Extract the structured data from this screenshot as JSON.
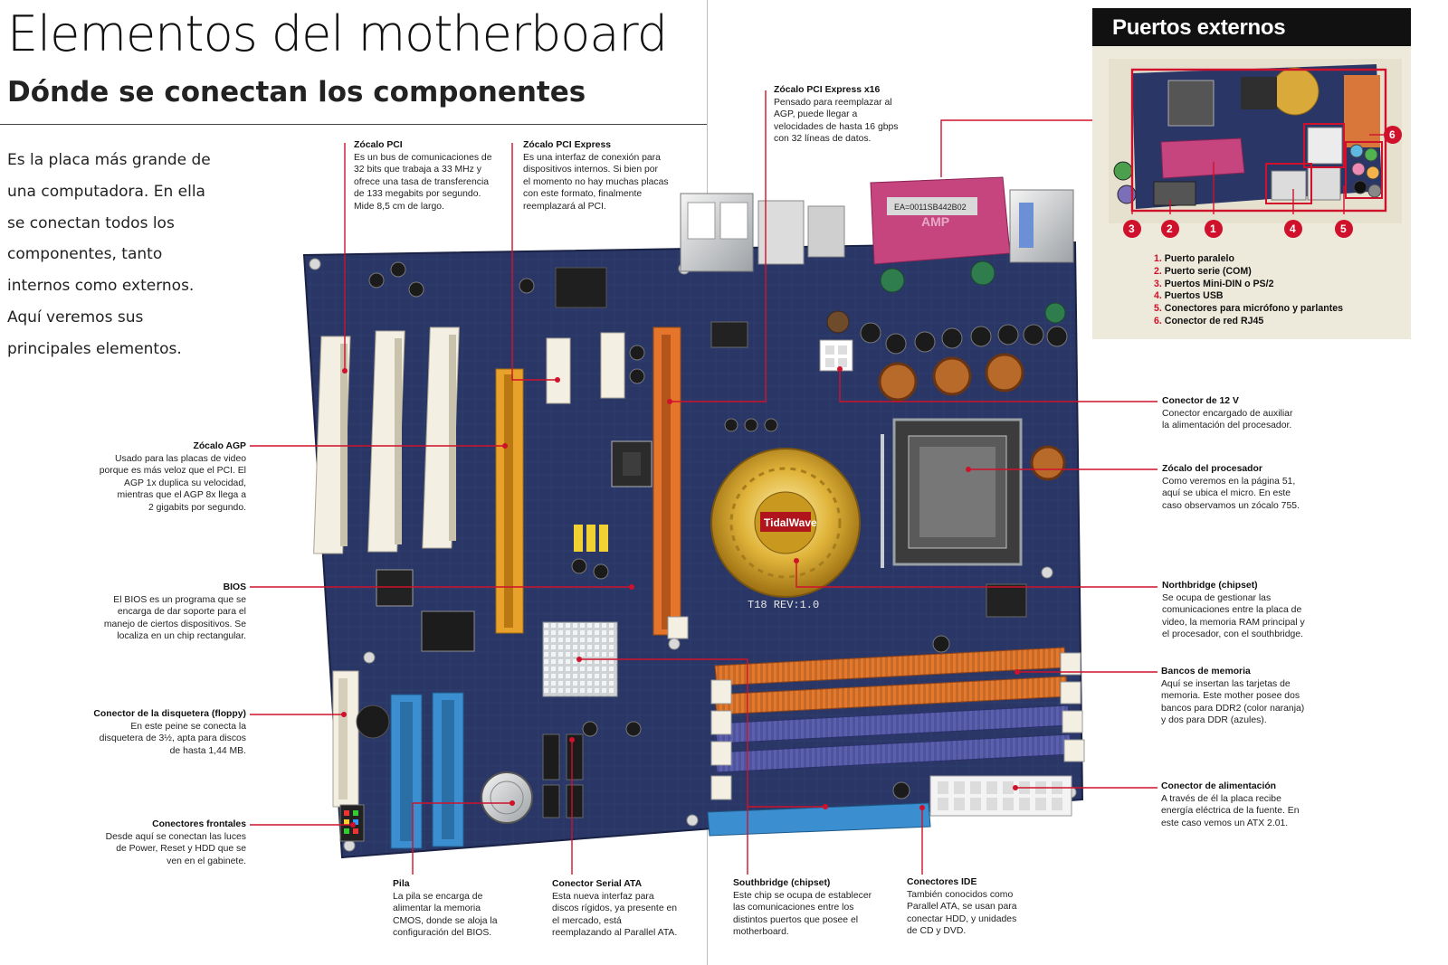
{
  "header": {
    "title": "Elementos del motherboard",
    "subtitle": "Dónde se conectan los componentes"
  },
  "intro": {
    "lines": [
      "Es la placa más grande de",
      "una computadora. En ella",
      "se conectan todos los",
      "componentes, tanto",
      "internos como externos.",
      "Aquí veremos sus",
      "principales elementos."
    ]
  },
  "board": {
    "socket_brand": "TidalWave",
    "revision": "T18 REV:1.0",
    "parallel_label": "EA=0011SB442B02",
    "parallel_brand": "AMP"
  },
  "annotations": {
    "pci": {
      "title": "Zócalo PCI",
      "lines": [
        "Es un bus de comunicaciones de",
        "32 bits que trabaja a 33 MHz y",
        "ofrece una tasa de transferencia",
        "de 133 megabits por segundo.",
        "Mide 8,5 cm de largo."
      ]
    },
    "pci_express": {
      "title": "Zócalo PCI Express",
      "lines": [
        "Es una interfaz de conexión para",
        "dispositivos internos. Si bien por",
        "el momento no hay muchas placas",
        "con este formato, finalmente",
        "reemplazará al PCI."
      ]
    },
    "pci_express_x16": {
      "title": "Zócalo PCI Express x16",
      "lines": [
        "Pensado para reemplazar al",
        "AGP, puede llegar a",
        "velocidades de hasta 16 gbps",
        "con 32 líneas de datos."
      ]
    },
    "agp": {
      "title": "Zócalo AGP",
      "lines": [
        "Usado para las placas de video",
        "porque es más veloz que el PCI. El",
        "AGP 1x duplica su velocidad,",
        "mientras que el AGP 8x llega a",
        "2 gigabits por segundo."
      ]
    },
    "bios": {
      "title": "BIOS",
      "lines": [
        "El BIOS es un programa que se",
        "encarga de dar soporte para el",
        "manejo de ciertos dispositivos. Se",
        "localiza en un chip rectangular."
      ]
    },
    "floppy": {
      "title": "Conector de la disquetera (floppy)",
      "lines": [
        "En este peine se conecta la",
        "disquetera de 3½, apta para discos",
        "de hasta 1,44 MB."
      ]
    },
    "front": {
      "title": "Conectores frontales",
      "lines": [
        "Desde aquí se conectan las luces",
        "de Power, Reset y HDD que se",
        "ven en el gabinete."
      ]
    },
    "battery": {
      "title": "Pila",
      "lines": [
        "La pila se encarga de",
        "alimentar la memoria",
        "CMOS, donde se aloja la",
        "configuración del BIOS."
      ]
    },
    "sata": {
      "title": "Conector Serial ATA",
      "lines": [
        "Esta nueva interfaz para",
        "discos rígidos, ya presente en",
        "el mercado, está",
        "reemplazando al Parallel ATA."
      ]
    },
    "southbridge": {
      "title": "Southbridge (chipset)",
      "lines": [
        "Este chip se ocupa de establecer",
        "las comunicaciones entre los",
        "distintos puertos que posee el",
        "motherboard."
      ]
    },
    "ide": {
      "title": "Conectores IDE",
      "lines": [
        "También conocidos como",
        "Parallel ATA, se usan para",
        "conectar HDD, y unidades",
        "de CD y DVD."
      ]
    },
    "v12": {
      "title": "Conector de 12 V",
      "lines": [
        "Conector encargado de auxiliar",
        "la alimentación del procesador."
      ]
    },
    "cpu_socket": {
      "title": "Zócalo del procesador",
      "lines": [
        "Como veremos en la página 51,",
        "aquí se ubica el micro. En este",
        "caso observamos un zócalo 755."
      ]
    },
    "northbridge": {
      "title": "Northbridge (chipset)",
      "lines": [
        "Se ocupa de gestionar las",
        "comunicaciones entre la placa de",
        "video, la memoria RAM principal y",
        "el procesador, con el southbridge."
      ]
    },
    "memory": {
      "title": "Bancos de memoria",
      "lines": [
        "Aquí se insertan las tarjetas de",
        "memoria. Este mother posee dos",
        "bancos para DDR2 (color naranja)",
        "y dos para DDR (azules)."
      ]
    },
    "power": {
      "title": "Conector de alimentación",
      "lines": [
        "A través de él la placa recibe",
        "energía eléctrica de la fuente. En",
        "este caso vemos un ATX 2.01."
      ]
    }
  },
  "ports_panel": {
    "title": "Puertos externos",
    "badges": [
      "3",
      "2",
      "1",
      "4",
      "5",
      "6"
    ],
    "items": [
      {
        "num": "1.",
        "label": "Puerto paralelo"
      },
      {
        "num": "2.",
        "label": "Puerto serie (COM)"
      },
      {
        "num": "3.",
        "label": "Puertos Mini-DIN o PS/2"
      },
      {
        "num": "4.",
        "label": "Puertos USB"
      },
      {
        "num": "5.",
        "label": "Conectores para micrófono y parlantes"
      },
      {
        "num": "6.",
        "label": "Conector de red RJ45"
      }
    ]
  },
  "colors": {
    "accent_red": "#d0112b",
    "board_blue": "#2a3766",
    "agp_orange": "#e8a12a",
    "pcie_orange": "#e4752b",
    "ddr2_orange": "#e4782d",
    "ddr_blue": "#5a5fb0",
    "ide_blue": "#3b8fd0",
    "panel_bg": "#eeeadb"
  }
}
